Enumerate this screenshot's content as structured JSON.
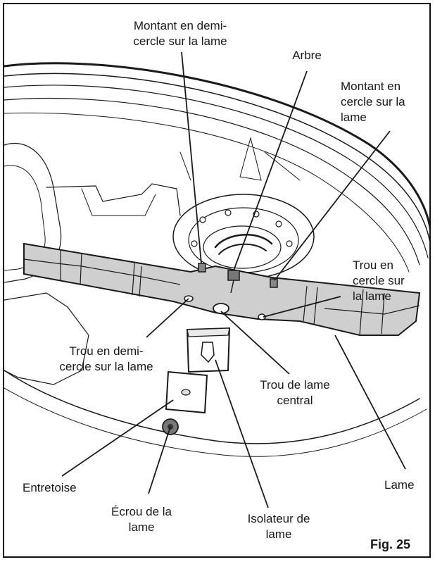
{
  "figure": {
    "caption": "Fig. 25"
  },
  "labels": {
    "montant_demi": "Montant en demi-\ncercle sur la lame",
    "arbre": "Arbre",
    "montant_cercle": "Montant en\ncercle sur la\nlame",
    "trou_cercle": "Trou en\ncercle sur\nla lame",
    "trou_demi": "Trou en demi-\ncercle sur la lame",
    "trou_central": "Trou de lame\ncentral",
    "entretoise": "Entretoise",
    "lame": "Lame",
    "ecrou": "Écrou de la\nlame",
    "isolateur": "Isolateur de\nlame"
  },
  "colors": {
    "blade_fill": "#cfcfcf",
    "line": "#1a1a1a",
    "background": "#ffffff"
  }
}
